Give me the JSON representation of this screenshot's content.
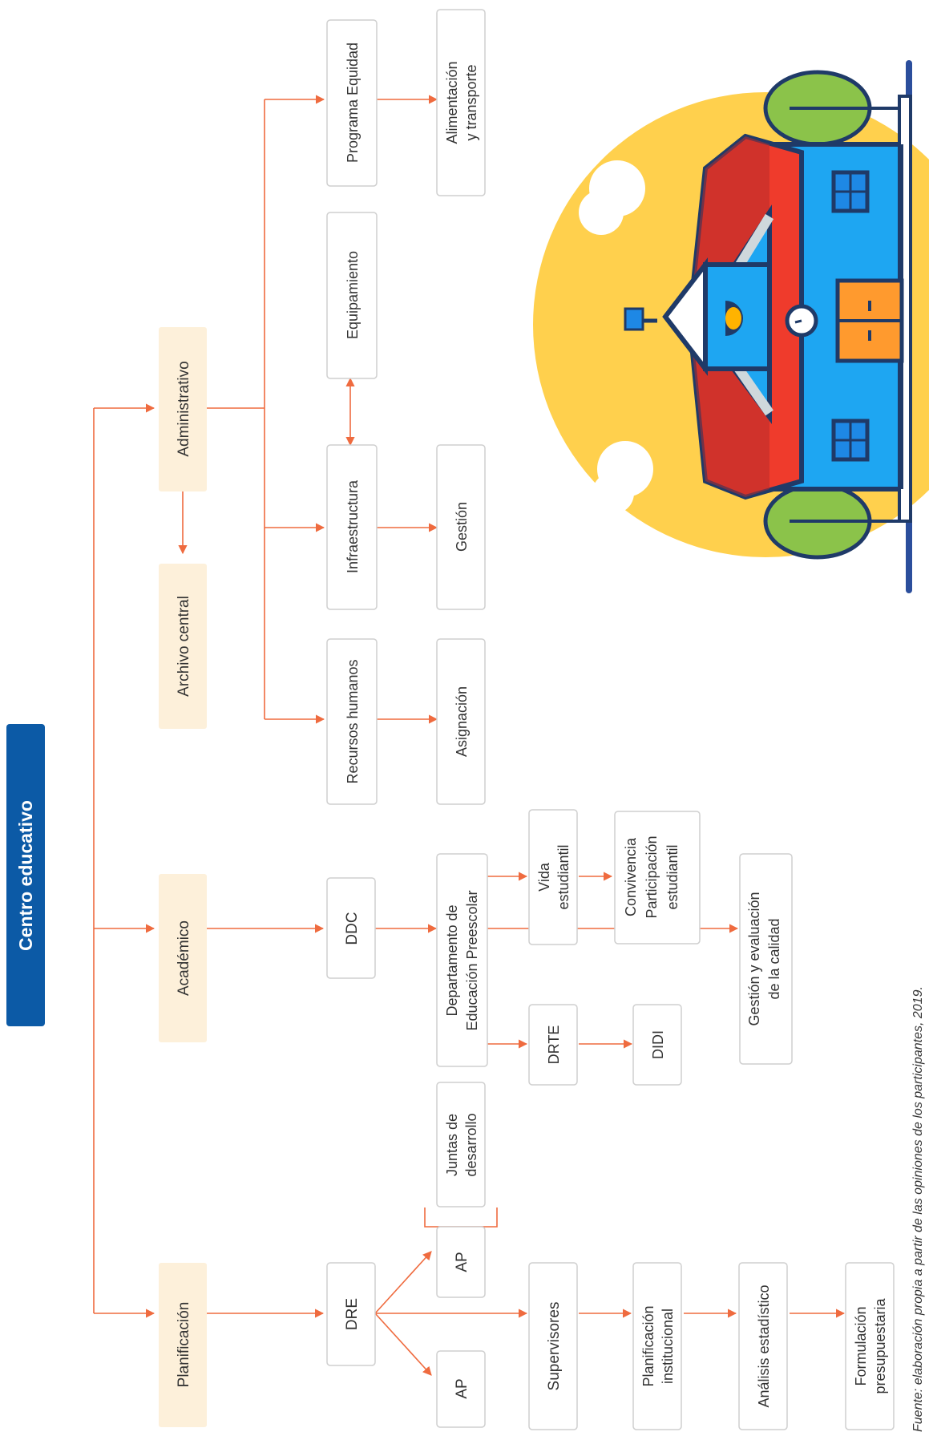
{
  "title": "Centro educativo",
  "colors": {
    "title_bg": "#0c5aa6",
    "title_text": "#ffffff",
    "accent_line": "#ef6b3f",
    "category_fill": "#fdf0da",
    "box_fill": "#ffffff",
    "box_border": "#cfcfcf",
    "text": "#333333",
    "sun": "#ffd04d",
    "building_blue": "#1ea6f2",
    "roof_red": "#ef3b2c",
    "tree_green": "#8bc34a"
  },
  "categories": {
    "planificacion": "Planificación",
    "academico": "Académico",
    "archivo": "Archivo central",
    "administrativo": "Administrativo"
  },
  "planificacion": {
    "dre": "DRE",
    "ap_left": "AP",
    "ap_right": "AP",
    "juntas": [
      "Juntas de",
      "desarrollo"
    ],
    "supervisores": "Supervisores",
    "planificacion_inst": [
      "Planificación",
      "institucional"
    ],
    "analisis": "Análisis estadístico",
    "formulacion": [
      "Formulación",
      "presupuestaria"
    ]
  },
  "academico": {
    "ddc": "DDC",
    "depto": [
      "Departamento de",
      "Educación Preescolar"
    ],
    "drte": "DRTE",
    "didi": "DIDI",
    "vida": [
      "Vida",
      "estudiantil"
    ],
    "convivencia": [
      "Convivencia",
      "Participación",
      "estudiantil"
    ],
    "gestion_calidad": [
      "Gestión y evaluación",
      "de la calidad"
    ]
  },
  "administrativo": {
    "recursos": "Recursos humanos",
    "asignacion": "Asignación",
    "infraestructura": "Infraestructura",
    "gestion": "Gestión",
    "equipamiento": "Equipamiento",
    "programa": "Programa Equidad",
    "alimentacion": [
      "Alimentación",
      "y transporte"
    ]
  },
  "source_note": "Fuente: elaboración propia a partir de las opiniones de los participantes, 2019.",
  "illustration": "school-building-illustration"
}
